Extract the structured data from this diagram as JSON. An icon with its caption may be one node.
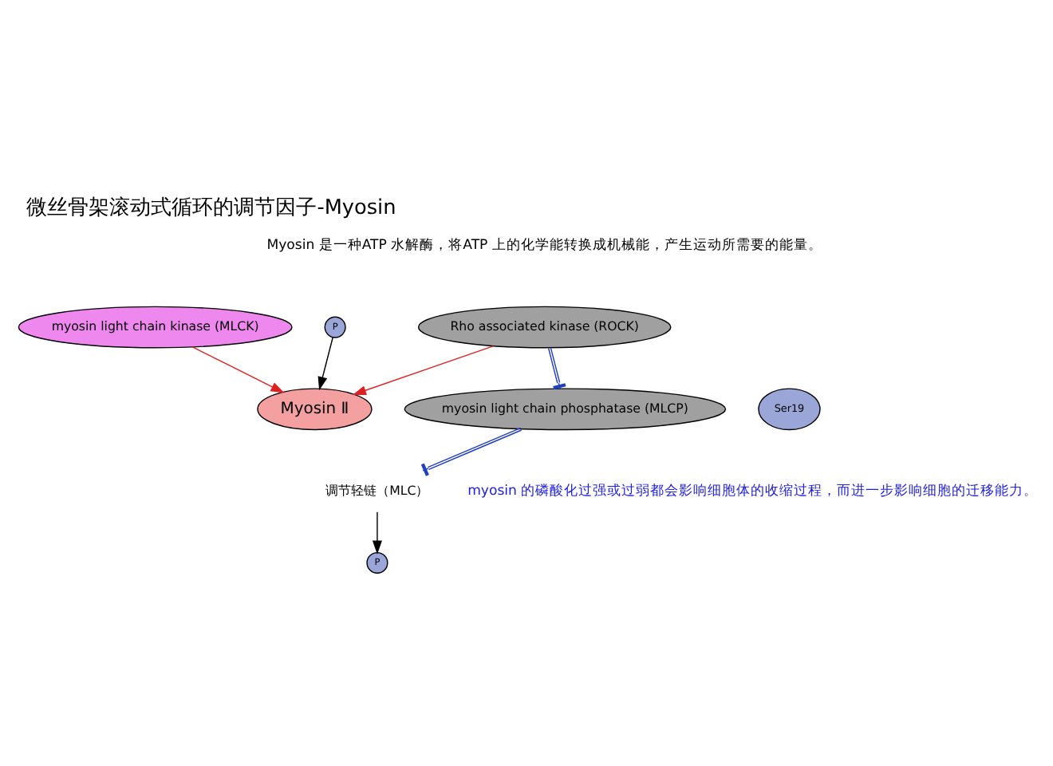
{
  "diagram": {
    "title": "微丝骨架滚动式循环的调节因子-Myosin",
    "nodes": [
      {
        "text": [
          "Rho associated kinase (ROCK)"
        ]
      },
      {
        "text": [
          "myosin light chain kinase (MLCK)"
        ]
      },
      {
        "text": [
          "P"
        ]
      },
      {
        "text": [
          "Myosin Ⅱ"
        ]
      },
      {
        "text": [
          "Ser19"
        ]
      },
      {
        "text": [
          "myosin light chain phosphatase (MLCP)"
        ]
      },
      {
        "text": [
          "调节轻链（MLC）"
        ]
      },
      {
        "text": [
          "P"
        ]
      }
    ],
    "edges": [
      {
        "from": 0,
        "to": 3,
        "arrow": "to",
        "color": "#e02020"
      },
      {
        "from": 1,
        "to": 3,
        "arrow": "to",
        "color": "#e02020"
      },
      {
        "from": 2,
        "to": 3,
        "arrow": "to",
        "color": "#000000"
      },
      {
        "from": 0,
        "to": 5,
        "arrow": "other",
        "color": "#2040c0"
      },
      {
        "from": 5,
        "to": 6,
        "arrow": "other",
        "color": "#2040c0"
      },
      {
        "from": 6,
        "to": 7,
        "arrow": "to",
        "color": "#000000"
      }
    ],
    "labels": [
      "Myosin 是一种ATP 水解酶，将ATP 上的化学能转换成机械能，产生运动所需要的能量。",
      "myosin 的磷酸化过强或过弱都会影响细胞体的收缩过程，而进一步影响细胞的迁移能力。"
    ]
  }
}
